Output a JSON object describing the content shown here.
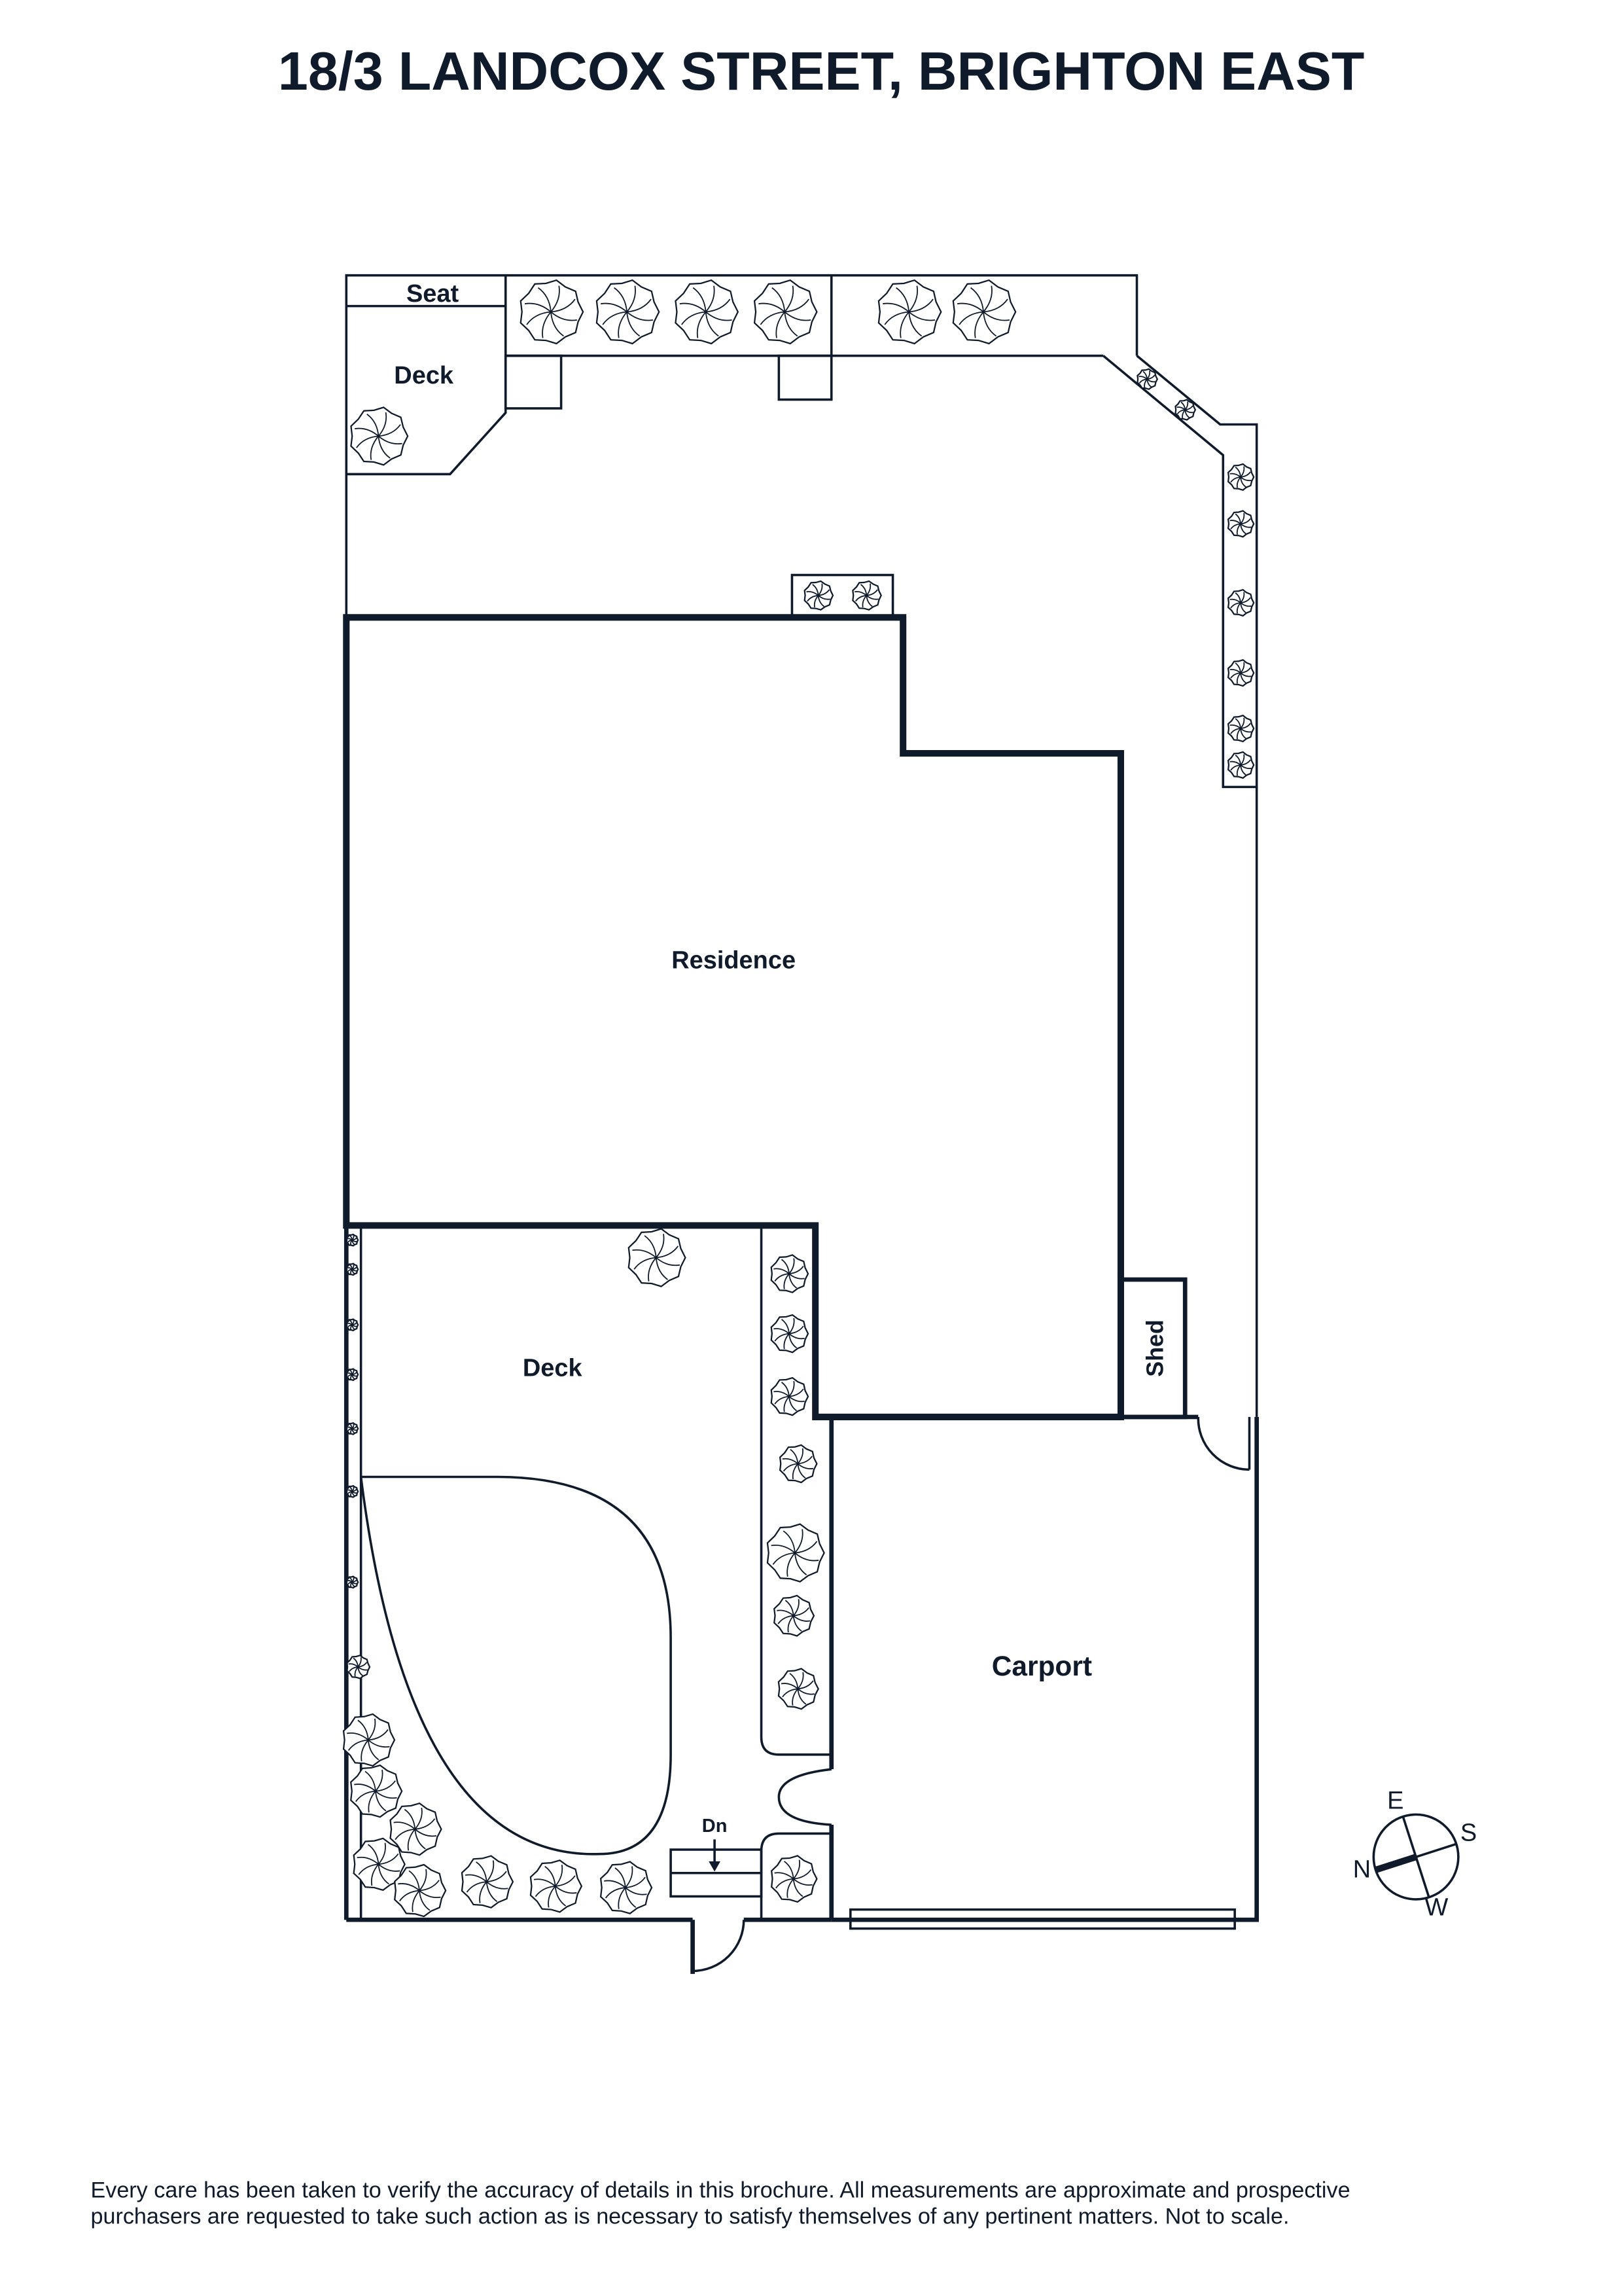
{
  "title": "18/3 LANDCOX STREET, BRIGHTON EAST",
  "labels": {
    "seat": "Seat",
    "deck_top": "Deck",
    "residence": "Residence",
    "deck_rear": "Deck",
    "shed": "Shed",
    "carport": "Carport",
    "stairs_down": "Dn"
  },
  "compass": {
    "north": "N",
    "east": "E",
    "south": "S",
    "west": "W",
    "icon": "compass-icon"
  },
  "disclaimer": [
    "Every care has been taken to verify the accuracy of details in this brochure. All measurements are approximate and prospective",
    "purchasers are requested to take such action as is necessary to satisfy themselves of any pertinent matters. Not to scale."
  ],
  "colors": {
    "ink": "#0f1a2b",
    "background": "#ffffff"
  }
}
